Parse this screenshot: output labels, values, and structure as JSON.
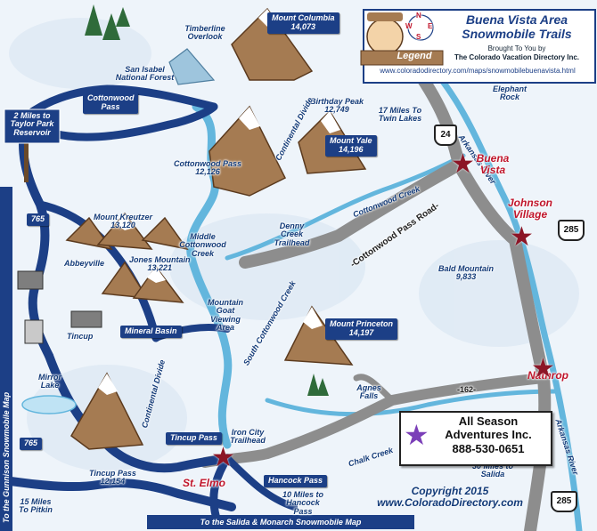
{
  "legend": {
    "title": "Buena Vista Area Snowmobile Trails",
    "brought_by": "Brought To You by",
    "provider": "The Colorado Vacation Directory Inc.",
    "url": "www.coloradodirectory.com/maps/snowmobilebuenavista.html",
    "label": "Legend",
    "compass": {
      "n": "N",
      "s": "S",
      "e": "E",
      "w": "W"
    }
  },
  "advertiser": {
    "name": "All Season Adventures Inc.",
    "phone": "888-530-0651"
  },
  "copyright": {
    "line1": "Copyright  2015",
    "line2": "www.ColoradoDirectory.com"
  },
  "edge_labels": {
    "bottom": "To the Salida & Monarch Snowmobile Map",
    "left": "To the Gunnison Snowmobile Map"
  },
  "places": {
    "mount_columbia": "Mount Columbia",
    "mount_columbia_elev": "14,073",
    "timberline_overlook": "Timberline Overlook",
    "san_isabel": "San Isabel National Forest",
    "cottonwood_pass_sign": "Cottonwood Pass",
    "birthday_peak": "Birthday Peak",
    "birthday_peak_elev": "12,749",
    "twin_lakes": "17 Miles To Twin Lakes",
    "elephant_rock": "Elephant Rock",
    "arkansas_river_n": "Arkansas River",
    "taylor_park": "2 Miles to Taylor Park Reservoir",
    "cottonwood_pass_label": "Cottonwood Pass",
    "cottonwood_pass_elev": "12,126",
    "continental_divide_n": "Continental Divide",
    "mount_yale": "Mount Yale",
    "mount_yale_elev": "14,196",
    "buena_vista": "Buena Vista",
    "johnson_village": "Johnson Village",
    "cottonwood_creek": "Cottonwood Creek",
    "cottonwood_pass_road": "-Cottonwood Pass Road-",
    "mount_kreutzer": "Mount Kreutzer",
    "mount_kreutzer_elev": "13,120",
    "abbeyville": "Abbeyville",
    "jones_mountain": "Jones Mountain",
    "jones_mountain_elev": "13,221",
    "middle_cottonwood": "Middle Cottonwood Creek",
    "denny_creek": "Denny Creek Trailhead",
    "bald_mountain": "Bald Mountain",
    "bald_mountain_elev": "9,833",
    "tincup_town": "Tincup",
    "mineral_basin": "Mineral Basin",
    "mountain_goat": "Mountain Goat Viewing Area",
    "south_cottonwood": "South Cottonwood Creek",
    "mount_princeton": "Mount Princeton",
    "mount_princeton_elev": "14,197",
    "mirror_lake": "Mirror Lake",
    "continental_divide_s": "Continental Divide",
    "agnes_falls": "Agnes Falls",
    "nathrop": "Nathrop",
    "tincup_pass_sign": "Tincup Pass",
    "iron_city": "Iron City Trailhead",
    "tincup_pass_label": "Tincup Pass",
    "tincup_pass_elev": "12,154",
    "st_elmo": "St. Elmo",
    "hancock_pass": "Hancock Pass",
    "hancock_10mi": "10 Miles to Hancock Pass",
    "chalk_creek": "Chalk Creek",
    "salida_30mi": "30 Miles to Salida",
    "arkansas_river_s": "Arkansas River",
    "pitkin_15mi": "15 Miles To Pitkin"
  },
  "routes": {
    "us24": "24",
    "us285_n": "285",
    "us285_s": "285",
    "r765_n": "765",
    "r765_s": "765",
    "r162": "-162-"
  },
  "colors": {
    "trail": "#1c3f86",
    "road": "#9a9a9a",
    "river": "#63b6dd",
    "town_star": "#8c1526",
    "background": "#e9f1f8"
  }
}
